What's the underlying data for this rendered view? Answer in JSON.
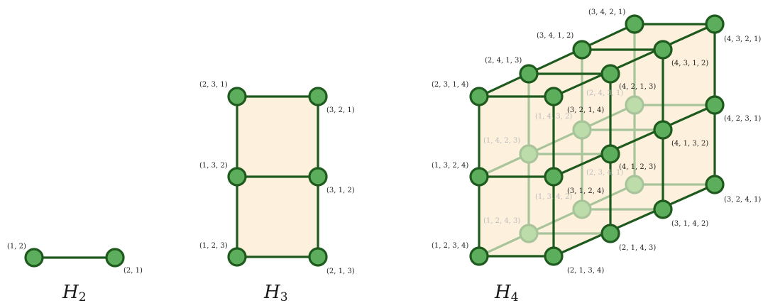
{
  "colors": {
    "edge": "#1e5a1e",
    "node_fill": "#5cae5c",
    "hidden_edge": "#a8c49a",
    "hidden_node_fill": "#bcdcaa",
    "face_fill": "#fdf0dc",
    "hidden_label": "#bdbdbd"
  },
  "diagrams": [
    {
      "id": "H2",
      "caption": {
        "letter": "H",
        "subscript": "2"
      },
      "nodes": [
        {
          "id": "n12",
          "label": "(1, 2)",
          "hidden": false
        },
        {
          "id": "n21",
          "label": "(2, 1)",
          "hidden": false
        }
      ],
      "edges": [
        [
          "n12",
          "n21"
        ]
      ]
    },
    {
      "id": "H3",
      "caption": {
        "letter": "H",
        "subscript": "3"
      },
      "nodes": [
        {
          "id": "n231",
          "label": "(2, 3, 1)",
          "hidden": false
        },
        {
          "id": "n321",
          "label": "(3, 2, 1)",
          "hidden": false
        },
        {
          "id": "n132",
          "label": "(1, 3, 2)",
          "hidden": false
        },
        {
          "id": "n312",
          "label": "(3, 1, 2)",
          "hidden": false
        },
        {
          "id": "n123",
          "label": "(1, 2, 3)",
          "hidden": false
        },
        {
          "id": "n213",
          "label": "(2, 1, 3)",
          "hidden": false
        }
      ],
      "edges": [
        [
          "n231",
          "n321"
        ],
        [
          "n132",
          "n312"
        ],
        [
          "n123",
          "n213"
        ],
        [
          "n231",
          "n132"
        ],
        [
          "n132",
          "n123"
        ],
        [
          "n321",
          "n312"
        ],
        [
          "n312",
          "n213"
        ]
      ]
    },
    {
      "id": "H4",
      "caption": {
        "letter": "H",
        "subscript": "4"
      },
      "nodes": [
        {
          "id": "n3421",
          "label": "(3, 4, 2, 1)",
          "hidden": false
        },
        {
          "id": "n3412",
          "label": "(3, 4, 1, 2)",
          "hidden": false
        },
        {
          "id": "n4321",
          "label": "(4, 3, 2, 1)",
          "hidden": false
        },
        {
          "id": "n2413",
          "label": "(2, 4, 1, 3)",
          "hidden": false
        },
        {
          "id": "n4312",
          "label": "(4, 3, 1, 2)",
          "hidden": false
        },
        {
          "id": "n2314",
          "label": "(2, 3, 1, 4)",
          "hidden": false
        },
        {
          "id": "n4213",
          "label": "(4, 2, 1, 3)",
          "hidden": false
        },
        {
          "id": "n3214",
          "label": "(3, 2, 1, 4)",
          "hidden": false
        },
        {
          "id": "n2431",
          "label": "(2, 4, 3, 1)",
          "hidden": true
        },
        {
          "id": "n1432",
          "label": "(1, 4, 3, 2)",
          "hidden": true
        },
        {
          "id": "n4231",
          "label": "(4, 2, 3, 1)",
          "hidden": false
        },
        {
          "id": "n4132",
          "label": "(4, 1, 3, 2)",
          "hidden": false
        },
        {
          "id": "n1423",
          "label": "(1, 4, 2, 3)",
          "hidden": true
        },
        {
          "id": "n1324",
          "label": "(1, 3, 2, 4)",
          "hidden": false
        },
        {
          "id": "n4123",
          "label": "(4, 1, 2, 3)",
          "hidden": false
        },
        {
          "id": "n3124",
          "label": "(3, 1, 2, 4)",
          "hidden": false
        },
        {
          "id": "n2341",
          "label": "(2, 3, 4, 1)",
          "hidden": true
        },
        {
          "id": "n1342",
          "label": "(1, 3, 4, 2)",
          "hidden": true
        },
        {
          "id": "n3241",
          "label": "(3, 2, 4, 1)",
          "hidden": false
        },
        {
          "id": "n3142",
          "label": "(3, 1, 4, 2)",
          "hidden": false
        },
        {
          "id": "n1243",
          "label": "(1, 2, 4, 3)",
          "hidden": true
        },
        {
          "id": "n1234",
          "label": "(1, 2, 3, 4)",
          "hidden": false
        },
        {
          "id": "n2143",
          "label": "(2, 1, 4, 3)",
          "hidden": false
        },
        {
          "id": "n2134",
          "label": "(2, 1, 3, 4)",
          "hidden": false
        }
      ]
    }
  ]
}
